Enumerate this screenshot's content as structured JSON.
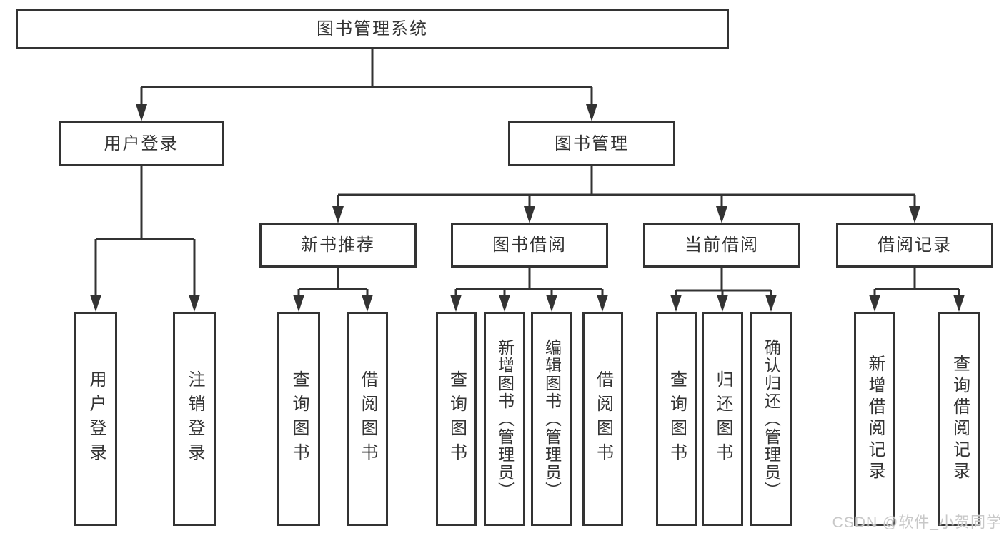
{
  "diagram": {
    "type": "hierarchy-tree",
    "background_color": "#ffffff",
    "line_color": "#333333",
    "text_color": "#333333",
    "box_fill": "#ffffff",
    "box_border_color": "#333333",
    "nodes": {
      "root": {
        "label": "图书管理系统",
        "level": 1
      },
      "user_login": {
        "label": "用户登录",
        "level": 2
      },
      "book_mgmt": {
        "label": "图书管理",
        "level": 2
      },
      "new_book_rec": {
        "label": "新书推荐",
        "level": 3
      },
      "book_borrow": {
        "label": "图书借阅",
        "level": 3
      },
      "current_borrow": {
        "label": "当前借阅",
        "level": 3
      },
      "borrow_record": {
        "label": "借阅记录",
        "level": 3
      },
      "ul_login": {
        "label": "用户登录",
        "level": 4
      },
      "ul_logout": {
        "label": "注销登录",
        "level": 4
      },
      "nbr_query": {
        "label": "查询图书",
        "level": 4
      },
      "nbr_borrow": {
        "label": "借阅图书",
        "level": 4
      },
      "bb_query": {
        "label": "查询图书",
        "level": 4
      },
      "bb_add": {
        "label": "新增图书（管理员）",
        "level": 4
      },
      "bb_edit": {
        "label": "编辑图书（管理员）",
        "level": 4
      },
      "bb_borrow": {
        "label": "借阅图书",
        "level": 4
      },
      "cb_query": {
        "label": "查询图书",
        "level": 4
      },
      "cb_return": {
        "label": "归还图书",
        "level": 4
      },
      "cb_confirm": {
        "label": "确认归还（管理员）",
        "level": 4
      },
      "br_add": {
        "label": "新增借阅记录",
        "level": 4
      },
      "br_query": {
        "label": "查询借阅记录",
        "level": 4
      }
    },
    "hierarchy": {
      "图书管理系统": {
        "用户登录": [
          "用户登录",
          "注销登录"
        ],
        "图书管理": {
          "新书推荐": [
            "查询图书",
            "借阅图书"
          ],
          "图书借阅": [
            "查询图书",
            "新增图书（管理员）",
            "编辑图书（管理员）",
            "借阅图书"
          ],
          "当前借阅": [
            "查询图书",
            "归还图书",
            "确认归还（管理员）"
          ],
          "借阅记录": [
            "新增借阅记录",
            "查询借阅记录"
          ]
        }
      }
    }
  },
  "watermark": {
    "label": "CSDN @软件_小贺同学",
    "color": "#c8c8c8"
  }
}
